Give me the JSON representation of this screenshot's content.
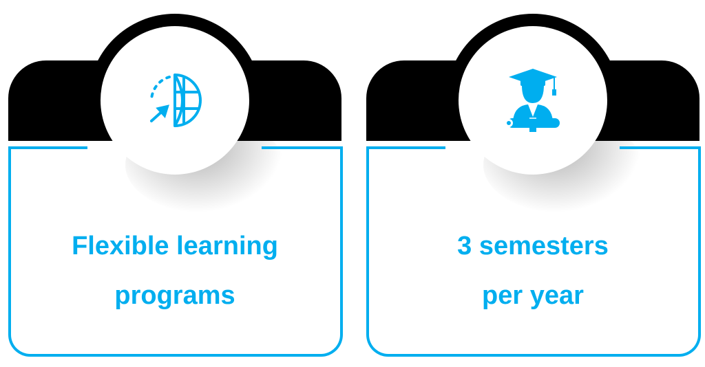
{
  "cards": [
    {
      "icon": "globe-cursor-icon",
      "line1": "Flexible learning",
      "line2": "programs"
    },
    {
      "icon": "graduate-diploma-icon",
      "line1": "3 semesters",
      "line2": "per year"
    }
  ],
  "colors": {
    "accent": "#00AEEF",
    "dark": "#000000"
  }
}
